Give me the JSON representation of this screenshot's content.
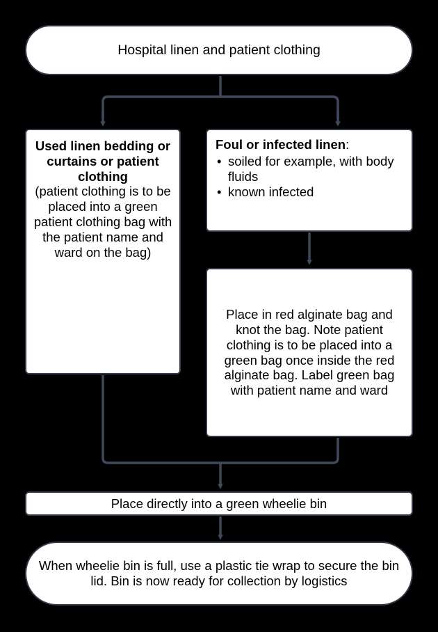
{
  "diagram": {
    "title_node": {
      "label": "Hospital linen and patient clothing"
    },
    "used_linen_node": {
      "heading": "Used linen bedding or curtains or patient clothing",
      "body": "(patient clothing is to be placed into a green patient clothing bag with the patient name and ward on the bag)"
    },
    "foul_node": {
      "heading": "Foul or infected linen",
      "heading_suffix": ":",
      "bullets": [
        "soiled for example, with body fluids",
        "known infected"
      ]
    },
    "alginate_node": {
      "label": "Place in red alginate bag and knot the bag. Note patient clothing is to be placed into a green bag once inside the red alginate bag. Label green bag with patient name and ward"
    },
    "wheelie_node": {
      "label": "Place directly into a green wheelie bin"
    },
    "final_node": {
      "label": "When wheelie bin is full, use a plastic tie wrap to secure the bin lid. Bin is now ready for collection by logistics"
    },
    "colors": {
      "background": "#000000",
      "node_fill": "#ffffff",
      "node_border": "#333a47",
      "connector": "#414a5c",
      "text": "#000000"
    }
  }
}
